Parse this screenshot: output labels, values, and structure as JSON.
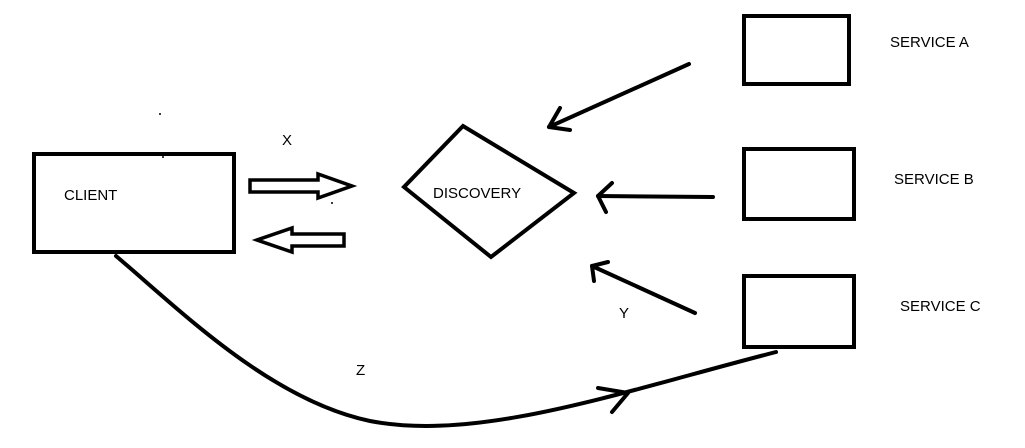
{
  "diagram": {
    "nodes": {
      "client": {
        "label": "CLIENT"
      },
      "discovery": {
        "label": "DISCOVERY"
      },
      "service_a": {
        "label": "SERVICE A"
      },
      "service_b": {
        "label": "SERVICE B"
      },
      "service_c": {
        "label": "SERVICE C"
      }
    },
    "edges": {
      "x": {
        "label": "X"
      },
      "y": {
        "label": "Y"
      },
      "z": {
        "label": "Z"
      }
    },
    "colors": {
      "stroke": "#000000",
      "background": "#ffffff"
    }
  }
}
